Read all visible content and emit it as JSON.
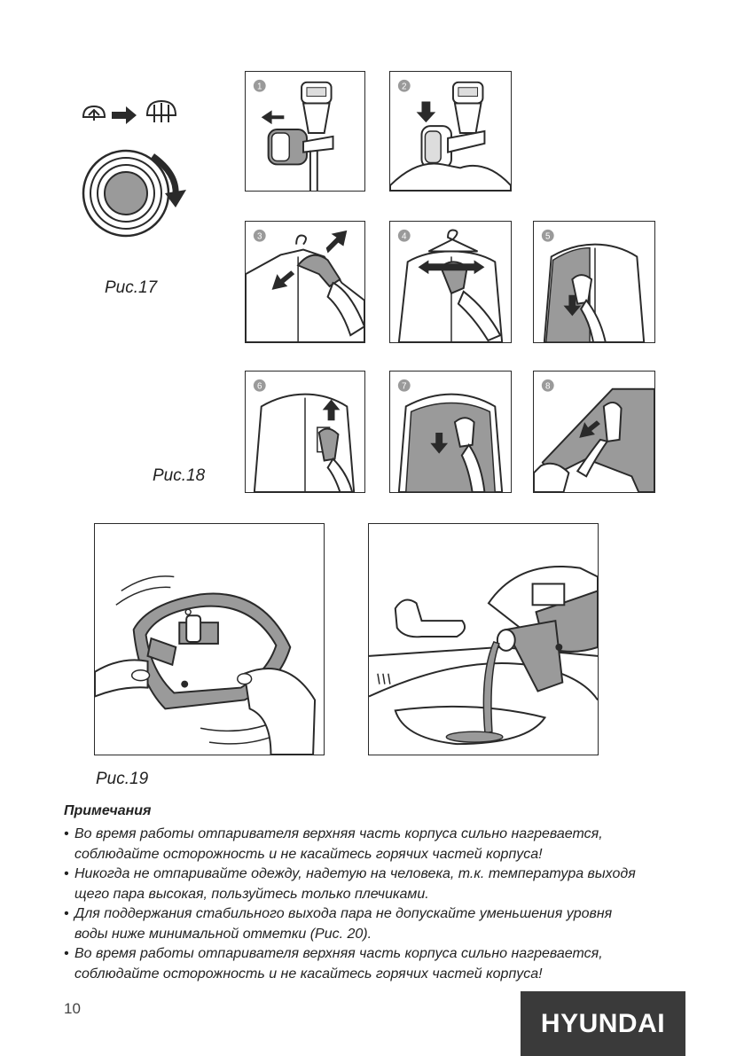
{
  "captions": {
    "fig17": "Рис.17",
    "fig18": "Рис.18",
    "fig19": "Рис.19"
  },
  "steps": [
    "1",
    "2",
    "3",
    "4",
    "5",
    "6",
    "7",
    "8"
  ],
  "notes": {
    "title": "Примечания",
    "items": [
      {
        "bullet": "•",
        "line1": "Во время работы отпаривателя верхняя часть корпуса сильно нагревается,",
        "line2": "соблюдайте осторожность и не касайтесь горячих частей корпуса!"
      },
      {
        "bullet": "•",
        "line1": "Никогда не отпаривайте одежду, надетую на человека, т.к. температура выходя",
        "line2": "щего пара высокая, пользуйтесь только плечиками."
      },
      {
        "bullet": "•",
        "line1": "Для поддержания стабильного выхода пара не допускайте уменьшения уровня",
        "line2": "воды ниже минимальной отметки (Рис. 20)."
      },
      {
        "bullet": "•",
        "line1": "Во время работы отпаривателя верхняя часть корпуса сильно нагревается,",
        "line2": "соблюдайте осторожность и не касайтесь горячих частей корпуса!"
      }
    ]
  },
  "footer": {
    "page_number": "10",
    "brand": "HYUNDAI"
  },
  "colors": {
    "line": "#2a2a2a",
    "fill_gray": "#9a9a9a",
    "brand_bg": "#3a3a3a"
  }
}
